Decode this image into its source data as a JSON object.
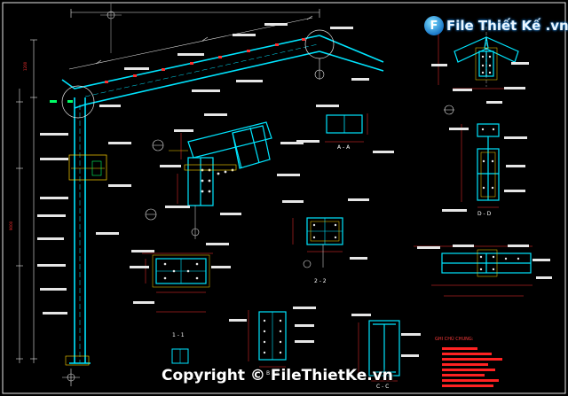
{
  "logo": {
    "mark": "F",
    "text": "File Thiết Kế .vn",
    "icon": "filethietke-logo-icon"
  },
  "watermark": {
    "text": "Copyright © FileThietKe.vn"
  },
  "notes": {
    "heading": "GHI CHÚ CHUNG:"
  },
  "sections": {
    "a_a": "A - A",
    "b_b": "B - B",
    "c_c": "C - C",
    "d_d": "D - D",
    "one_one": "1 - 1",
    "two_two": "2 - 2"
  },
  "colors": {
    "background": "#000000",
    "structure": "#00e5ff",
    "annotation": "#ffffff",
    "dimension": "#ff3030",
    "hatch": "#ffd400",
    "detail": "#00ff66",
    "notes": "#ff2222",
    "grid": "#e6e6e6"
  }
}
